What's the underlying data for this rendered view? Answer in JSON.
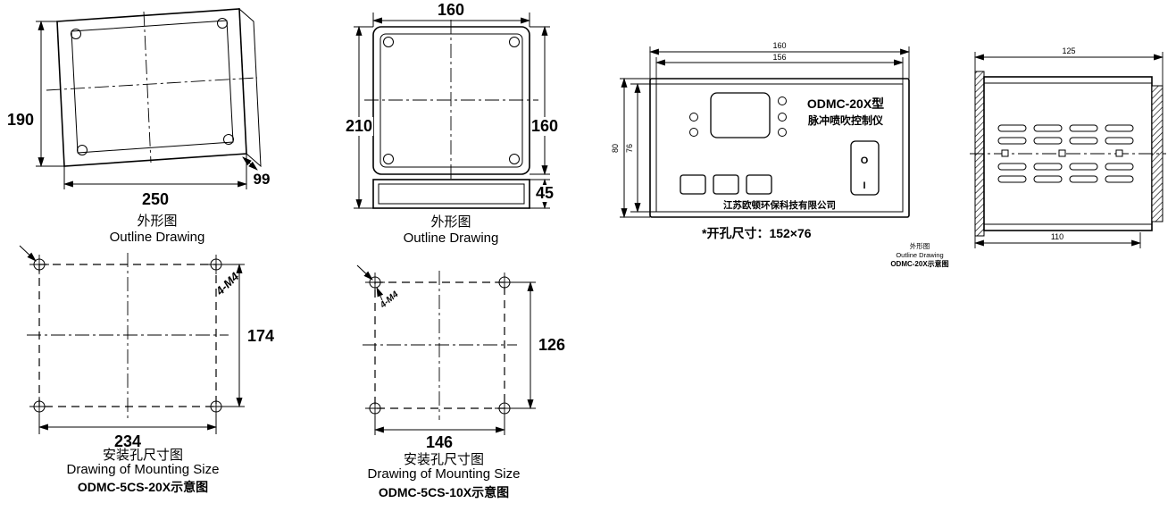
{
  "outline20x": {
    "dim_height": "190",
    "dim_width": "250",
    "dim_depth": "99",
    "caption_cn": "外形图",
    "caption_en": "Outline Drawing"
  },
  "mounting20x": {
    "thread_label": "4-M4",
    "dim_height": "174",
    "dim_width": "234",
    "caption_cn": "安装孔尺寸图",
    "caption_en": "Drawing of Mounting Size",
    "caption_model": "ODMC-5CS-20X示意图"
  },
  "outline10x": {
    "dim_width": "160",
    "dim_total_height": "210",
    "dim_face_height": "160",
    "dim_base_height": "45",
    "caption_cn": "外形图",
    "caption_en": "Outline Drawing"
  },
  "mounting10x": {
    "thread_label": "4-M4",
    "dim_height": "126",
    "dim_width": "146",
    "caption_cn": "安装孔尺寸图",
    "caption_en": "Drawing of Mounting Size",
    "caption_model": "ODMC-5CS-10X示意图"
  },
  "panel20x": {
    "dim_outer_width": "160",
    "dim_inner_width": "156",
    "dim_outer_height": "80",
    "dim_inner_height": "76",
    "title": "ODMC-20X型",
    "subtitle": "脉冲喷吹控制仪",
    "company": "江苏欧顿环保科技有限公司",
    "switch_on": "O",
    "switch_off": "I",
    "cutout_note": "*开孔尺寸：152×76",
    "caption_cn": "外形图",
    "caption_en": "Outline Drawing",
    "caption_model": "ODMC-20X示意图"
  },
  "sideview": {
    "dim_width": "125",
    "dim_depth": "110"
  }
}
